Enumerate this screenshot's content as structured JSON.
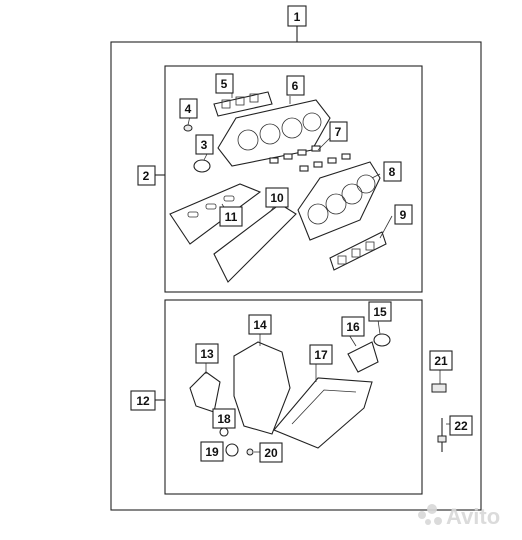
{
  "diagram": {
    "callouts": [
      {
        "id": "1",
        "label": "1"
      },
      {
        "id": "2",
        "label": "2"
      },
      {
        "id": "3",
        "label": "3"
      },
      {
        "id": "4",
        "label": "4"
      },
      {
        "id": "5",
        "label": "5"
      },
      {
        "id": "6",
        "label": "6"
      },
      {
        "id": "7",
        "label": "7"
      },
      {
        "id": "8",
        "label": "8"
      },
      {
        "id": "9",
        "label": "9"
      },
      {
        "id": "10",
        "label": "10"
      },
      {
        "id": "11",
        "label": "11"
      },
      {
        "id": "12",
        "label": "12"
      },
      {
        "id": "13",
        "label": "13"
      },
      {
        "id": "14",
        "label": "14"
      },
      {
        "id": "15",
        "label": "15"
      },
      {
        "id": "16",
        "label": "16"
      },
      {
        "id": "17",
        "label": "17"
      },
      {
        "id": "18",
        "label": "18"
      },
      {
        "id": "19",
        "label": "19"
      },
      {
        "id": "20",
        "label": "20"
      },
      {
        "id": "21",
        "label": "21"
      },
      {
        "id": "22",
        "label": "22"
      }
    ],
    "watermark": "Avito"
  }
}
